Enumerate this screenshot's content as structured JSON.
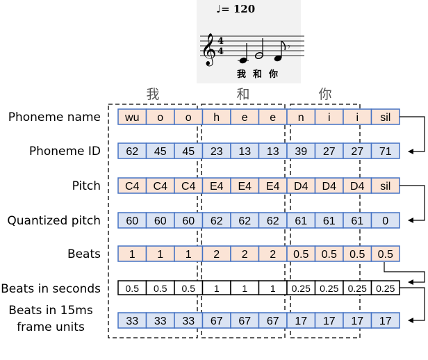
{
  "score": {
    "tempo": "♩= 120",
    "time_signature": "4/4",
    "lyrics": [
      "我",
      "和",
      "你"
    ]
  },
  "syllables": [
    "我",
    "和",
    "你"
  ],
  "rows": [
    {
      "label": "Phoneme name",
      "style": "orange",
      "cells": [
        "wu",
        "o",
        "o",
        "h",
        "e",
        "e",
        "n",
        "i",
        "i",
        "sil"
      ]
    },
    {
      "label": "Phoneme ID",
      "style": "blue",
      "cells": [
        "62",
        "45",
        "45",
        "23",
        "13",
        "13",
        "39",
        "27",
        "27",
        "71"
      ]
    },
    {
      "label": "Pitch",
      "style": "orange",
      "cells": [
        "C4",
        "C4",
        "C4",
        "E4",
        "E4",
        "E4",
        "D4",
        "D4",
        "D4",
        "sil"
      ]
    },
    {
      "label": "Quantized pitch",
      "style": "blue",
      "cells": [
        "60",
        "60",
        "60",
        "62",
        "62",
        "62",
        "61",
        "61",
        "61",
        "0"
      ]
    },
    {
      "label": "Beats",
      "style": "orange",
      "cells": [
        "1",
        "1",
        "1",
        "2",
        "2",
        "2",
        "0.5",
        "0.5",
        "0.5",
        "0.5"
      ]
    },
    {
      "label": "Beats in seconds",
      "style": "white",
      "cells": [
        "0.5",
        "0.5",
        "0.5",
        "1",
        "1",
        "1",
        "0.25",
        "0.25",
        "0.25",
        "0.25"
      ]
    },
    {
      "label_lines": [
        "Beats in 15ms",
        "frame units"
      ],
      "style": "blue",
      "cells": [
        "33",
        "33",
        "33",
        "67",
        "67",
        "67",
        "17",
        "17",
        "17",
        "17"
      ]
    }
  ],
  "colors": {
    "orange_fill": "#fbe4d6",
    "blue_fill": "#dae3f3",
    "white_fill": "#ffffff",
    "cell_border": "#4472c4",
    "white_border": "#000000",
    "dashed": "#000000",
    "arrow": "#000000"
  }
}
